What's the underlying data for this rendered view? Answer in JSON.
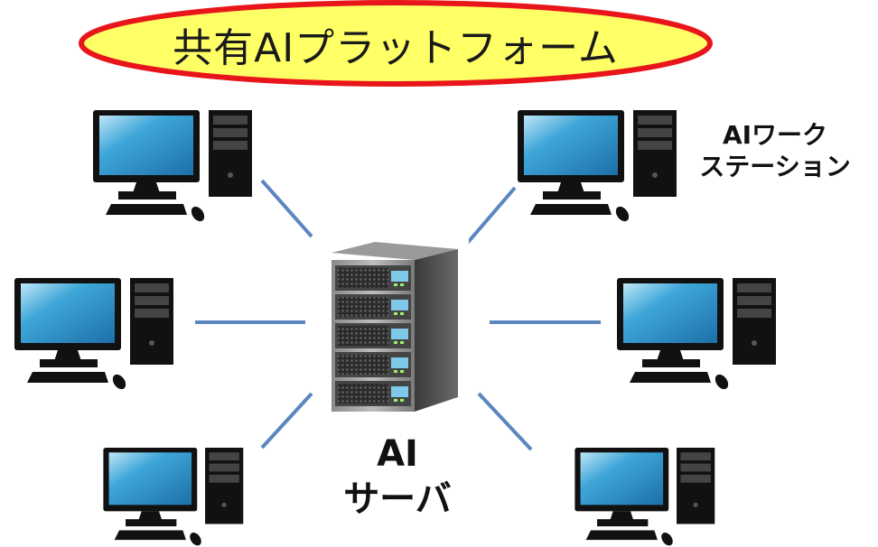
{
  "title": "共有AIプラットフォーム",
  "labels": {
    "workstation_line1": "AIワーク",
    "workstation_line2": "ステーション",
    "server_line1": "AI",
    "server_line2": "サーバ"
  },
  "colors": {
    "ellipse_fill": "#ffff66",
    "ellipse_stroke": "#e8151b",
    "link_line": "#5b86c0",
    "monitor_screen": "#3ea6d8",
    "pc_body": "#111111",
    "server_body": "#5a5a5a"
  },
  "nodes": [
    {
      "id": "pc-top-left",
      "icon": "workstation-icon"
    },
    {
      "id": "pc-top-right",
      "icon": "workstation-icon"
    },
    {
      "id": "pc-middle-left",
      "icon": "workstation-icon"
    },
    {
      "id": "pc-middle-right",
      "icon": "workstation-icon"
    },
    {
      "id": "pc-bottom-left",
      "icon": "workstation-icon"
    },
    {
      "id": "pc-bottom-right",
      "icon": "workstation-icon"
    },
    {
      "id": "ai-server",
      "icon": "server-rack-icon"
    }
  ],
  "edges": [
    {
      "from": "ai-server",
      "to": "pc-top-left"
    },
    {
      "from": "ai-server",
      "to": "pc-top-right"
    },
    {
      "from": "ai-server",
      "to": "pc-middle-left"
    },
    {
      "from": "ai-server",
      "to": "pc-middle-right"
    },
    {
      "from": "ai-server",
      "to": "pc-bottom-left"
    },
    {
      "from": "ai-server",
      "to": "pc-bottom-right"
    }
  ]
}
